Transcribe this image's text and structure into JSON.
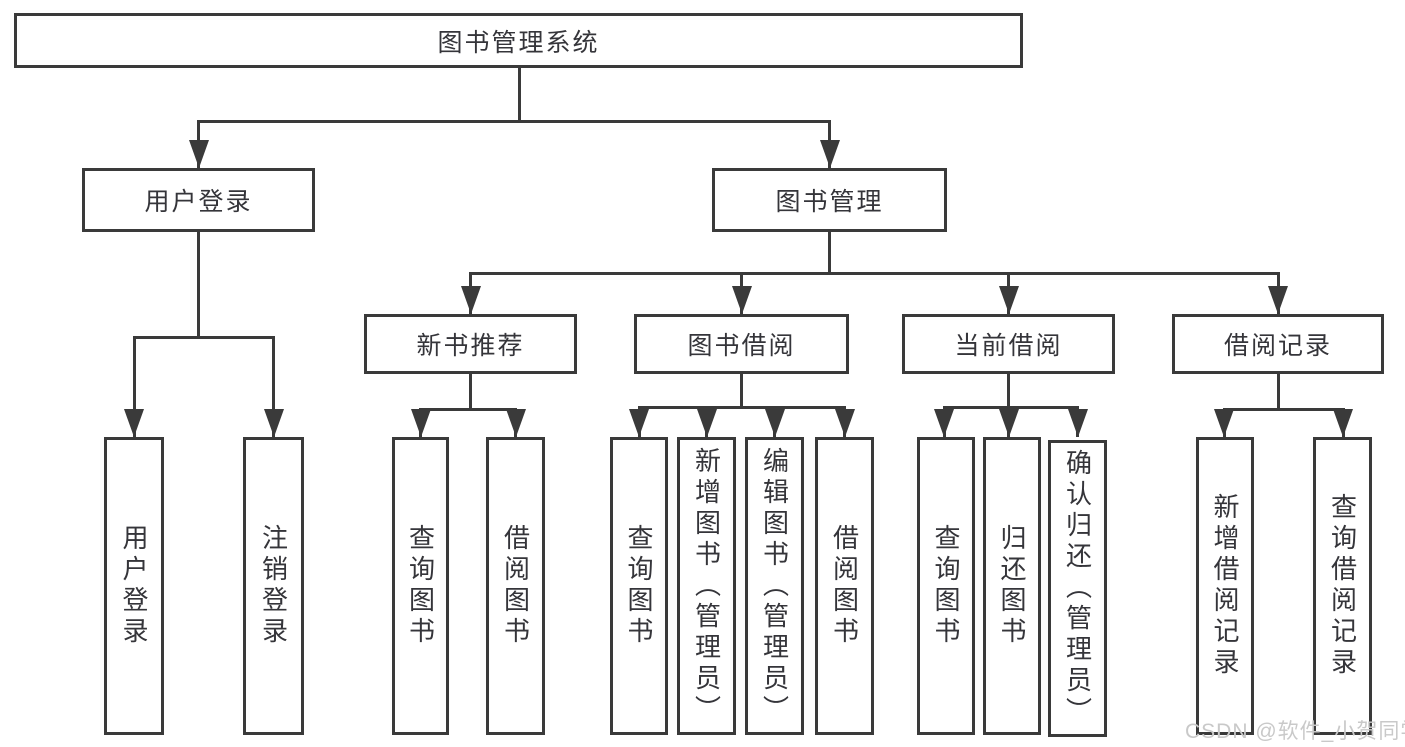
{
  "colors": {
    "ink": "#3a3a3a",
    "text": "#35353a",
    "watermark": "#c9c9c9"
  },
  "nodes": {
    "root": "图书管理系统",
    "user_login": "用户登录",
    "book_mgmt": "图书管理",
    "new_book_rec": "新书推荐",
    "book_borrow": "图书借阅",
    "current_borrow": "当前借阅",
    "borrow_records": "借阅记录",
    "leaf_user_login": "用户登录",
    "leaf_logout": "注销登录",
    "leaf_nb_query": "查询图书",
    "leaf_nb_borrow": "借阅图书",
    "leaf_bb_query": "查询图书",
    "leaf_bb_add": "新增图书（管理员）",
    "leaf_bb_edit": "编辑图书（管理员）",
    "leaf_bb_borrow": "借阅图书",
    "leaf_cb_query": "查询图书",
    "leaf_cb_return": "归还图书",
    "leaf_cb_confirm": "确认归还（管理员）",
    "leaf_br_add": "新增借阅记录",
    "leaf_br_query": "查询借阅记录"
  },
  "watermark": "CSDN @软件_小贺同学"
}
